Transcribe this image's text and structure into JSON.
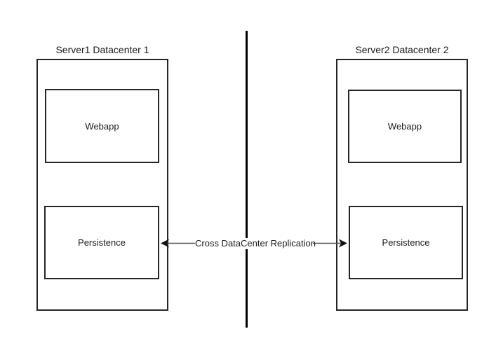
{
  "diagram": {
    "left_group": {
      "title": "Server1 Datacenter 1",
      "nodes": [
        {
          "label": "Webapp"
        },
        {
          "label": "Persistence"
        }
      ]
    },
    "right_group": {
      "title": "Server2 Datacenter 2",
      "nodes": [
        {
          "label": "Webapp"
        },
        {
          "label": "Persistence"
        }
      ]
    },
    "connector": {
      "label": "Cross DataCenter Replication",
      "type": "double-headed-arrow"
    },
    "colors": {
      "background": "#ffffff",
      "box_stroke": "#262626",
      "divider": "#000000",
      "arrow_line": "#4a4a4a",
      "arrowhead": "#111111",
      "text": "#1a1a1a"
    }
  }
}
